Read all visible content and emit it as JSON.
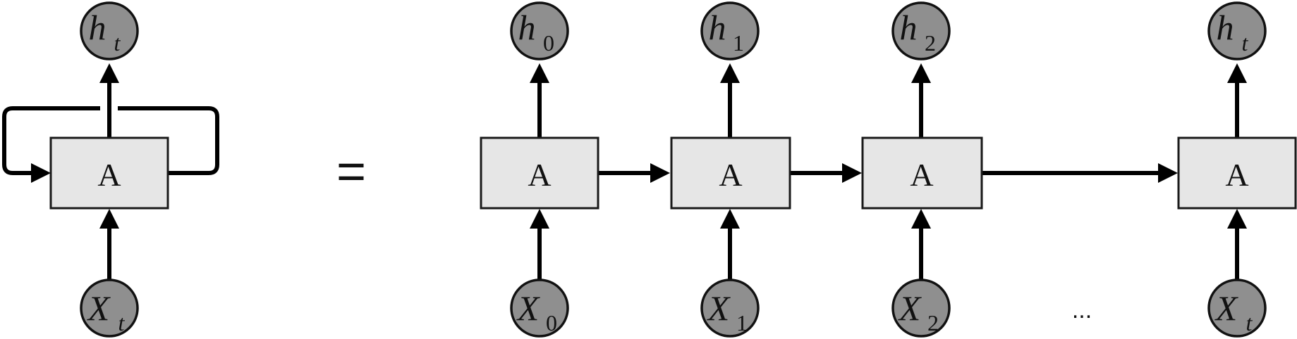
{
  "rolled": {
    "cell": {
      "label": "A"
    },
    "input": {
      "var": "X",
      "sub": "t"
    },
    "output": {
      "var": "h",
      "sub": "t"
    }
  },
  "equals": "=",
  "unrolled": {
    "steps": [
      {
        "cell": "A",
        "input": {
          "var": "X",
          "sub": "0"
        },
        "output": {
          "var": "h",
          "sub": "0"
        }
      },
      {
        "cell": "A",
        "input": {
          "var": "X",
          "sub": "1"
        },
        "output": {
          "var": "h",
          "sub": "1"
        }
      },
      {
        "cell": "A",
        "input": {
          "var": "X",
          "sub": "2"
        },
        "output": {
          "var": "h",
          "sub": "2"
        }
      },
      {
        "cell": "A",
        "input": {
          "var": "X",
          "sub": "t"
        },
        "output": {
          "var": "h",
          "sub": "t"
        }
      }
    ],
    "ellipsis": "..."
  }
}
